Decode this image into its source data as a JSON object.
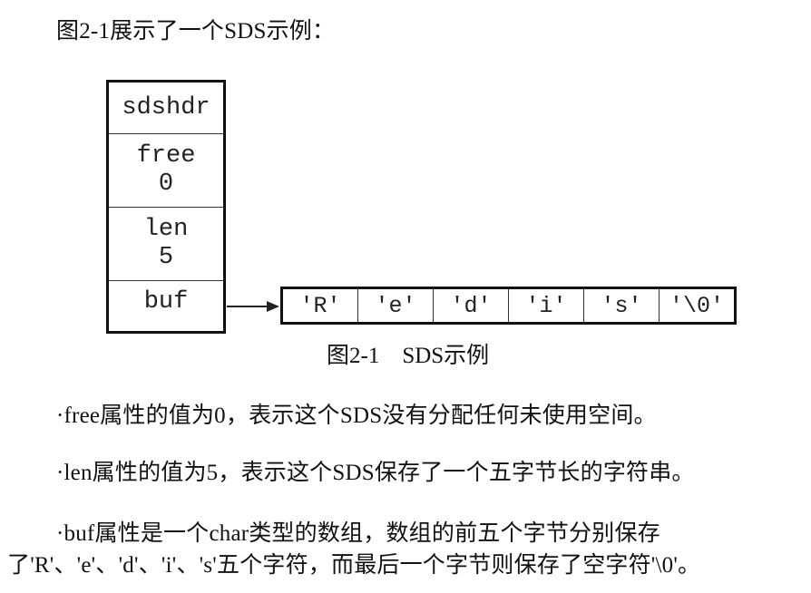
{
  "intro": "图2-1展示了一个SDS示例：",
  "diagram": {
    "struct": {
      "header": "sdshdr",
      "free_label": "free",
      "free_value": "0",
      "len_label": "len",
      "len_value": "5",
      "buf_label": "buf"
    },
    "buf_cells": [
      "'R'",
      "'e'",
      "'d'",
      "'i'",
      "'s'",
      "'\\0'"
    ]
  },
  "caption": "图2-1    SDS示例",
  "bullets": {
    "free": "·free属性的值为0，表示这个SDS没有分配任何未使用空间。",
    "len": "·len属性的值为5，表示这个SDS保存了一个五字节长的字符串。",
    "buf_line1": "·buf属性是一个char类型的数组，数组的前五个字节分别保存",
    "buf_line2": "了'R'、'e'、'd'、'i'、's'五个字符，而最后一个字节则保存了空字符'\\0'。"
  }
}
